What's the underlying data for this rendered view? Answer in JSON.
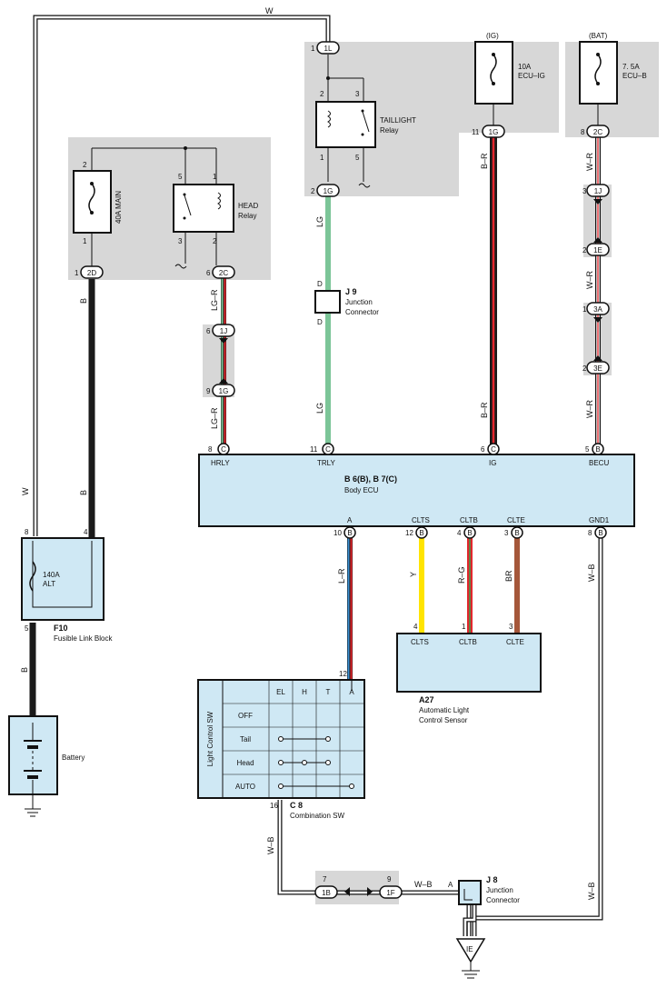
{
  "colors": {
    "module_fill": "#cfe8f4",
    "box_fill": "#d7d7d7",
    "wire_black": "#1a1a1a",
    "wire_green": "#7cc598",
    "wire_red": "#e2262d",
    "wire_yellow": "#ffe400",
    "wire_brown": "#a5573a",
    "wire_blue": "#3a8fd0"
  },
  "wires": {
    "w_top": "W",
    "w_left": "W",
    "b_main": "B",
    "b_main2": "B",
    "b_batt": "B",
    "lg_r1": "LG–R",
    "lg_r2": "LG–R",
    "lg1": "LG",
    "lg2": "LG",
    "b_r1": "B–R",
    "b_r2": "B–R",
    "w_r1": "W–R",
    "w_r2": "W–R",
    "w_r3": "W–R",
    "l_r": "L–R",
    "y": "Y",
    "r_g": "R–G",
    "br": "BR",
    "w_b1": "W–B",
    "w_b2": "W–B",
    "w_b3": "W–B",
    "w_b4": "W–B"
  },
  "connectors": {
    "c_1L": "1L",
    "c_1G_top": "1G",
    "c_1G_ig": "1G",
    "c_2C_bat": "2C",
    "c_2D": "2D",
    "c_2C": "2C",
    "c_1J": "1J",
    "c_1G": "1G",
    "c_1J_r": "1J",
    "c_1E": "1E",
    "c_3A": "3A",
    "c_3E": "3E",
    "c_1B": "1B",
    "c_1F": "1F"
  },
  "pins": {
    "p_1L": "1",
    "p_relay_2": "2",
    "p_relay_3": "3",
    "p_relay_1": "1",
    "p_relay_5": "5",
    "p_1G_top": "2",
    "p_ig": "11",
    "p_bat": "8",
    "p_main_2": "2",
    "p_main_1": "1",
    "p_head_5": "5",
    "p_head_1": "1",
    "p_head_3": "3",
    "p_head_2": "2",
    "p_2D": "1",
    "p_2C": "6",
    "p_1J": "6",
    "p_1G": "9",
    "p_1J_r": "3",
    "p_1E": "2",
    "p_3A": "1",
    "p_3E": "2",
    "p_j9_d1": "D",
    "p_j9_d2": "D",
    "p_hrly": "8",
    "p_trly": "11",
    "p_ig_ecu": "6",
    "p_becu": "5",
    "p_a": "10",
    "p_clts": "12",
    "p_cltb": "4",
    "p_clte": "3",
    "p_gnd1": "8",
    "p_alt_8": "8",
    "p_alt_4": "4",
    "p_alt_5": "5",
    "p_s_clts": "4",
    "p_s_cltb": "1",
    "p_s_clte": "3",
    "p_sw_12": "12",
    "p_sw_16": "16",
    "p_1B": "7",
    "p_1F": "9",
    "p_j8_a": "A",
    "pin_b_hrly": "C",
    "pin_b_trly": "C",
    "pin_b_ig": "C",
    "pin_b_becu": "B",
    "pin_b_a": "B",
    "pin_b_clts": "B",
    "pin_b_cltb": "B",
    "pin_b_clte": "B",
    "pin_b_gnd1": "B"
  },
  "components": {
    "ig_label": "(IG)",
    "bat_label": "(BAT)",
    "fuse_ig": "10A",
    "fuse_ig_name": "ECU–IG",
    "fuse_bat": "7. 5A",
    "fuse_bat_name": "ECU–B",
    "taillight_relay": "TAILLIGHT",
    "taillight_relay2": "Relay",
    "main_fuse": "40A MAIN",
    "head_relay": "HEAD",
    "head_relay2": "Relay",
    "j9_code": "J 9",
    "j9_name1": "Junction",
    "j9_name2": "Connector",
    "ecu_code": "B 6(B), B 7(C)",
    "ecu_name": "Body ECU",
    "ecu_hrly": "HRLY",
    "ecu_trly": "TRLY",
    "ecu_ig": "IG",
    "ecu_becu": "BECU",
    "ecu_a": "A",
    "ecu_clts": "CLTS",
    "ecu_cltb": "CLTB",
    "ecu_clte": "CLTE",
    "ecu_gnd1": "GND1",
    "alt_fuse": "140A",
    "alt_name": "ALT",
    "f10_code": "F10",
    "f10_name": "Fusible Link Block",
    "battery": "Battery",
    "sensor_clts": "CLTS",
    "sensor_cltb": "CLTB",
    "sensor_clte": "CLTE",
    "a27_code": "A27",
    "a27_name1": "Automatic Light",
    "a27_name2": "Control Sensor",
    "c8_code": "C 8",
    "c8_name": "Combination SW",
    "j8_code": "J 8",
    "j8_name1": "Junction",
    "j8_name2": "Connector",
    "ground": "IE"
  },
  "switch_table": {
    "title": "Light Control SW",
    "columns": [
      "EL",
      "H",
      "T",
      "A"
    ],
    "rows": [
      "OFF",
      "Tail",
      "Head",
      "AUTO"
    ]
  }
}
